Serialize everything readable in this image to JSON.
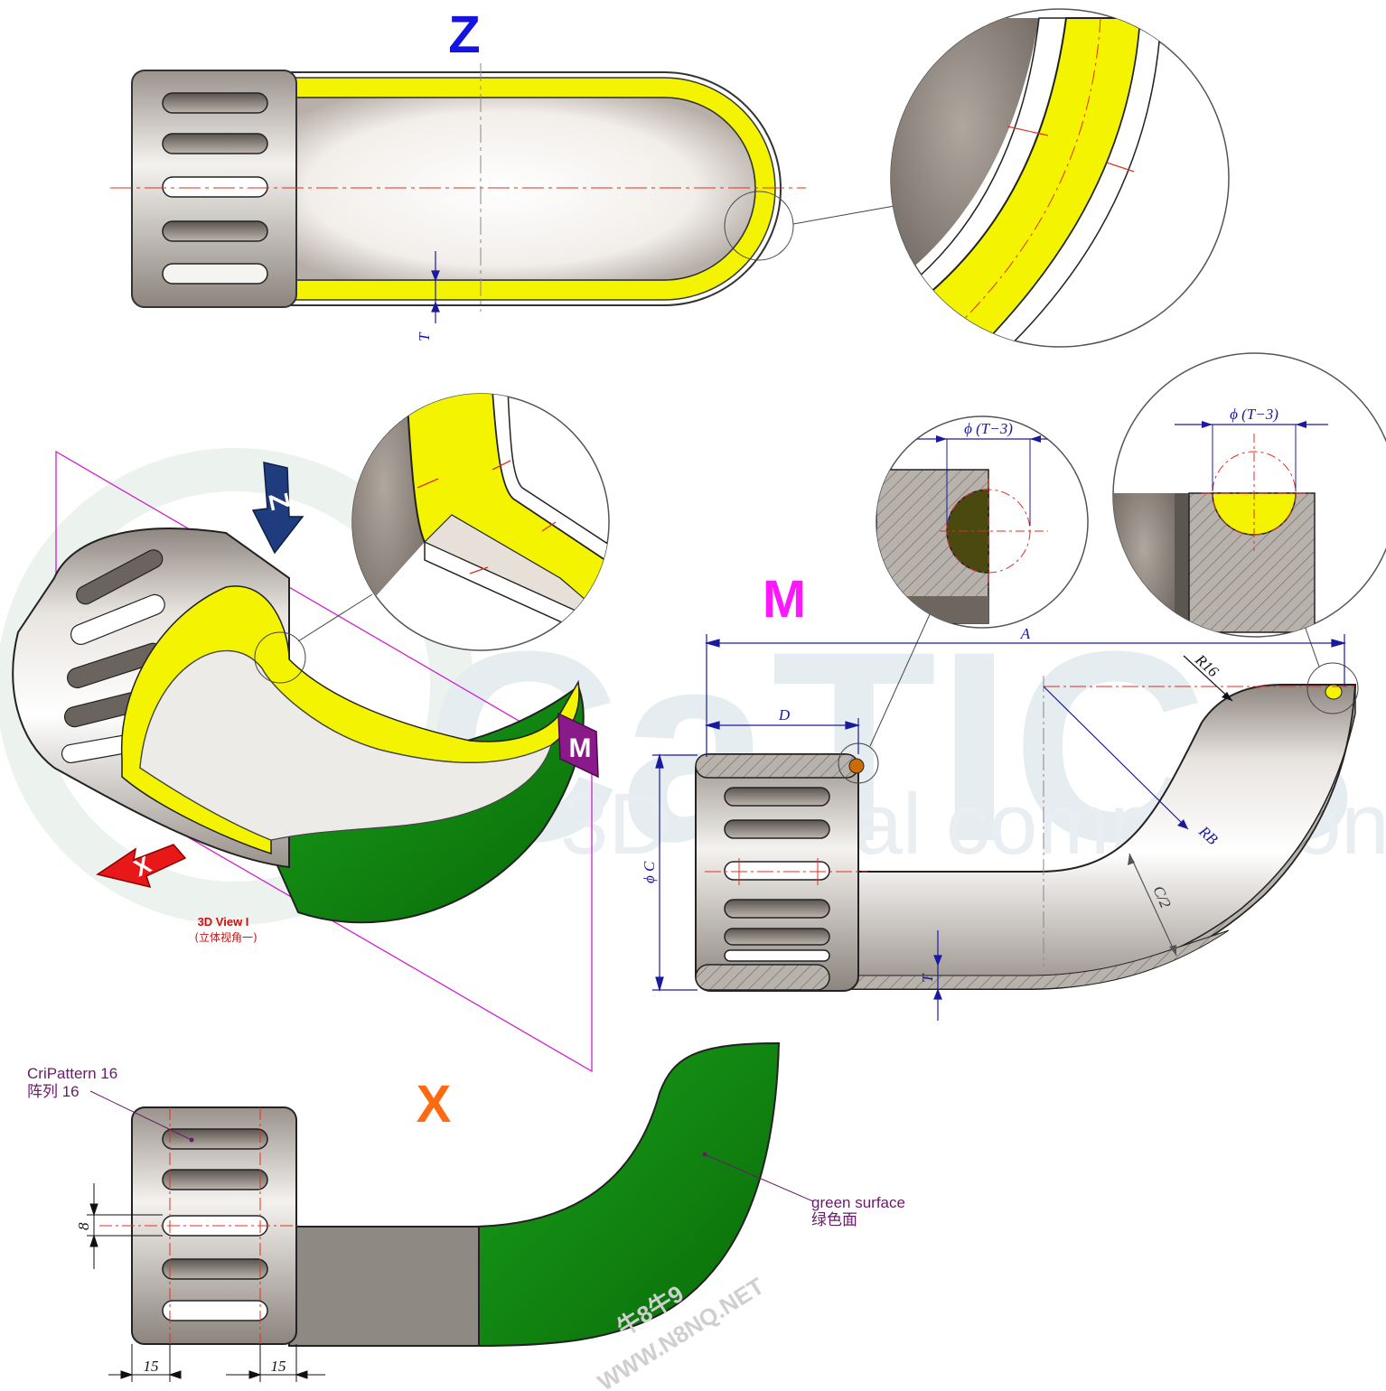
{
  "views": {
    "z_letter": "Z",
    "m_letter": "M",
    "x_letter": "X",
    "colors": {
      "z": "#1414e0",
      "m": "#ff18ff",
      "x": "#ff6a10",
      "yellow": "#f4f400",
      "green": "#0d8a0d",
      "dim": "#1a1aa0",
      "center": "#e03020"
    }
  },
  "dimensions": {
    "T_top": "T",
    "T_section": "T",
    "phi_T3_left": "ϕ (T−3)",
    "phi_T3_right": "ϕ (T−3)",
    "A": "A",
    "D": "D",
    "R16": "R16",
    "RB": "RB",
    "C": "ϕ C",
    "C_half": "C/2",
    "eight": "8",
    "fifteen_left": "15",
    "fifteen_right": "15"
  },
  "labels": {
    "view3d_en": "3D View I",
    "view3d_cn": "(立体视角一)",
    "pattern_en": "CriPattern 16",
    "pattern_cn": "阵列 16",
    "green_en": "green surface",
    "green_cn": "绿色面",
    "watermark_cn": "牛8牛9",
    "watermark_url": "WWW.N8NQ.NET",
    "arrow_z": "Z",
    "arrow_x": "X",
    "arrow_m": "M"
  }
}
